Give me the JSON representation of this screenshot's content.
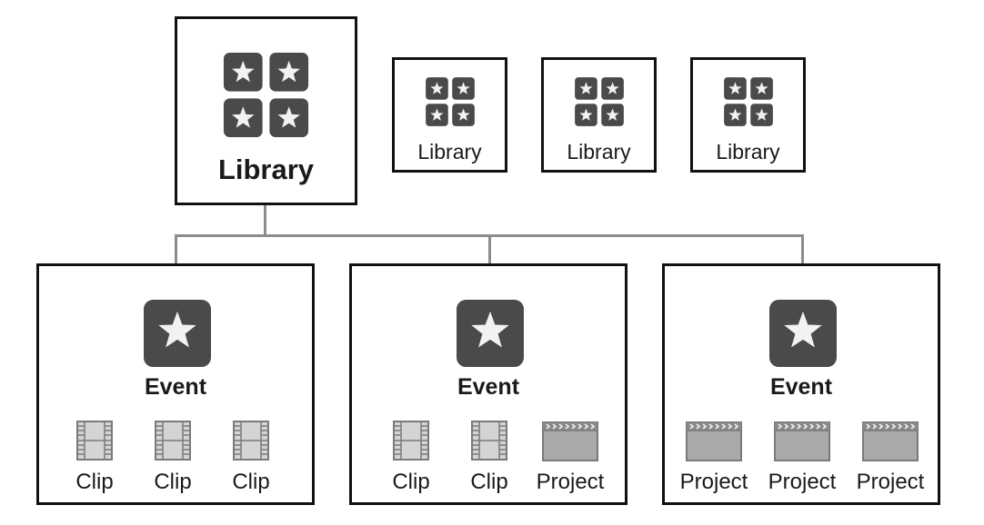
{
  "diagram": {
    "main_library": {
      "label": "Library",
      "icon": "library-icon"
    },
    "other_libraries": [
      {
        "label": "Library",
        "icon": "library-icon"
      },
      {
        "label": "Library",
        "icon": "library-icon"
      },
      {
        "label": "Library",
        "icon": "library-icon"
      }
    ],
    "events": [
      {
        "label": "Event",
        "icon": "event-star-icon",
        "items": [
          {
            "type": "clip",
            "label": "Clip"
          },
          {
            "type": "clip",
            "label": "Clip"
          },
          {
            "type": "clip",
            "label": "Clip"
          }
        ]
      },
      {
        "label": "Event",
        "icon": "event-star-icon",
        "items": [
          {
            "type": "clip",
            "label": "Clip"
          },
          {
            "type": "clip",
            "label": "Clip"
          },
          {
            "type": "project",
            "label": "Project"
          }
        ]
      },
      {
        "label": "Event",
        "icon": "event-star-icon",
        "items": [
          {
            "type": "project",
            "label": "Project"
          },
          {
            "type": "project",
            "label": "Project"
          },
          {
            "type": "project",
            "label": "Project"
          }
        ]
      }
    ]
  },
  "colors": {
    "icon_dark": "#4a4a4a",
    "icon_star": "#f2f2f2",
    "clip_fill": "#d4d4d4",
    "clip_stroke": "#7a7a7a",
    "project_fill": "#a9a9a9",
    "connector": "#8c8c8c",
    "border": "#111111"
  }
}
